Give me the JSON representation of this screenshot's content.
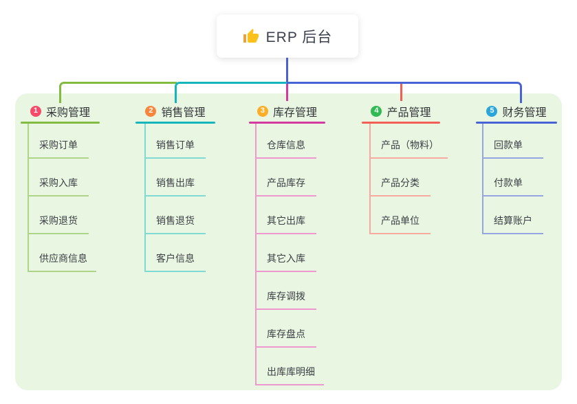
{
  "root": {
    "title": "ERP 后台",
    "icon": "thumbs-up-icon",
    "line_color": "#4a5fd3"
  },
  "canvas": {
    "background": "#ffffff",
    "panel_background": "#e9f7e2"
  },
  "branches": [
    {
      "number": "1",
      "title": "采购管理",
      "badge_color": "#f8496b",
      "color": "#82bb3f",
      "light_color": "#aed489",
      "children": [
        "采购订单",
        "采购入库",
        "采购退货",
        "供应商信息"
      ]
    },
    {
      "number": "2",
      "title": "销售管理",
      "badge_color": "#f9853c",
      "color": "#14b6bc",
      "light_color": "#7edad2",
      "children": [
        "销售订单",
        "销售出库",
        "销售退货",
        "客户信息"
      ]
    },
    {
      "number": "3",
      "title": "库存管理",
      "badge_color": "#fcae27",
      "color": "#d4399f",
      "light_color": "#ef97cf",
      "children": [
        "仓库信息",
        "产品库存",
        "其它出库",
        "其它入库",
        "库存调拨",
        "库存盘点",
        "出库库明细"
      ]
    },
    {
      "number": "4",
      "title": "产品管理",
      "badge_color": "#30ba52",
      "color": "#f25e56",
      "light_color": "#f9a8a0",
      "children": [
        "产品（物料）",
        "产品分类",
        "产品单位"
      ]
    },
    {
      "number": "5",
      "title": "财务管理",
      "badge_color": "#2aa6dc",
      "color": "#4763d5",
      "light_color": "#93a5e3",
      "children": [
        "回款单",
        "付款单",
        "结算账户"
      ]
    }
  ]
}
